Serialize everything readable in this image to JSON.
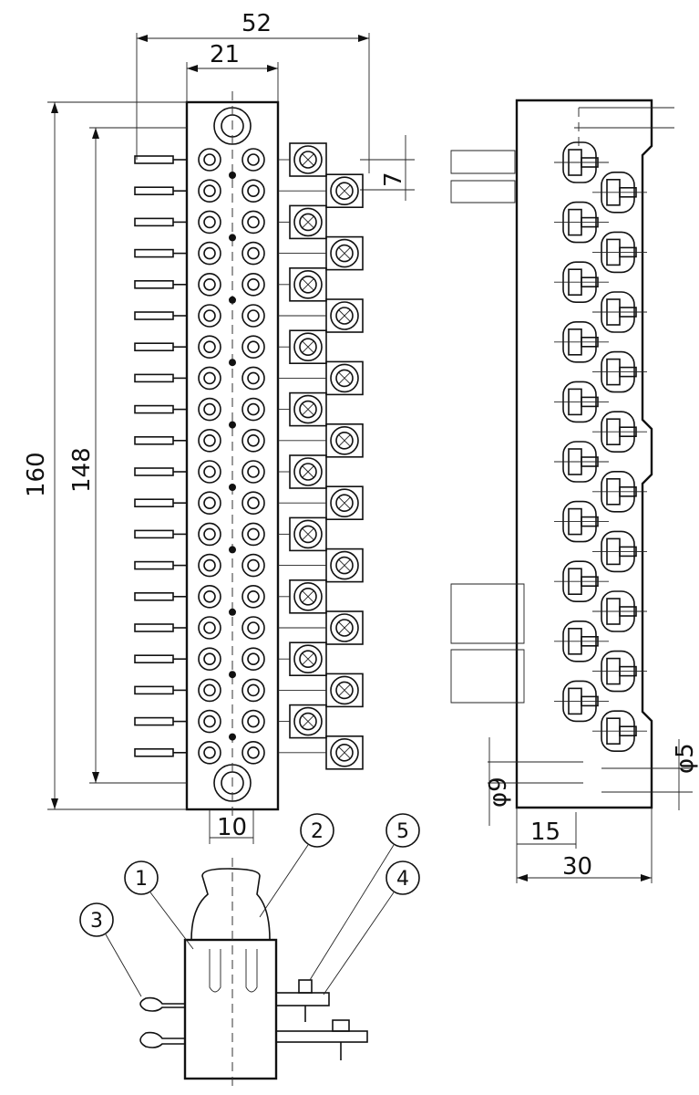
{
  "front_view": {
    "dimensions": {
      "overall_width": "52",
      "body_width": "21",
      "overall_height": "160",
      "pin_span": "148",
      "pitch": "7",
      "column_spacing": "10"
    },
    "terminal_rows": 20,
    "side_terminals": 20
  },
  "side_view": {
    "dimensions": {
      "diameter_9": "φ9",
      "diameter_5": "φ5",
      "depth_15": "15",
      "depth_30": "30"
    },
    "clips": 20
  },
  "detail_view": {
    "callouts": [
      "1",
      "2",
      "3",
      "4",
      "5"
    ]
  }
}
